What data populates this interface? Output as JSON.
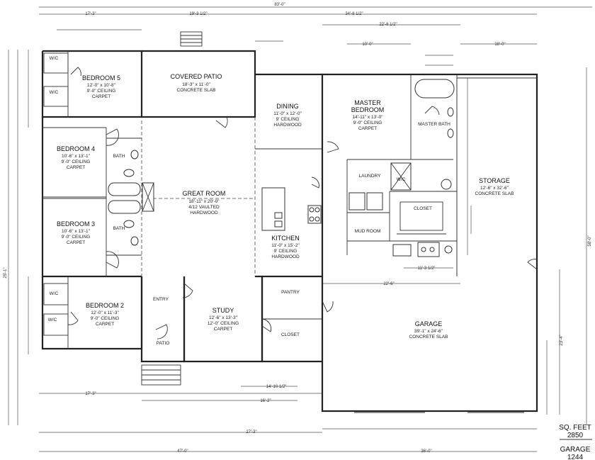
{
  "overall": {
    "width_total": "83'-0\""
  },
  "dimensions": {
    "top_left": "17'-3\"",
    "top_mid": "19'-3 1/2\"",
    "top_right": "34'-8 1/2\"",
    "right_sub1": "22'-8 1/2\"",
    "right_sub2": "10'-0\"",
    "right_sub3": "18'-0\"",
    "bottom_overall": "47'-0\"",
    "bottom_right": "36'-0\"",
    "bottom_mid": "27'-3\"",
    "bottom_left": "17'-3\"",
    "bottom_mid2": "16'-2\"",
    "bottom_mid3": "14'-10 1/2\"",
    "left_side": "25'-1\"",
    "right_side": "58'-0\"",
    "garage_side": "23'-4\"",
    "garage_depth": "22'-6\"",
    "storage_width": "11'-3 1/2\""
  },
  "rooms": {
    "bedroom5": {
      "name": "BEDROOM 5",
      "size": "12'-0\" x 10'-8\"",
      "ceiling": "9'-0\" CEILING",
      "floor": "CARPET"
    },
    "covered_patio": {
      "name": "COVERED PATIO",
      "size": "18'-3\" x 11'-0\"",
      "floor": "CONCRETE SLAB"
    },
    "dining": {
      "name": "DINING",
      "size": "11'-0\" x 12'-0\"",
      "ceiling": "9' CEILING",
      "floor": "HARDWOOD"
    },
    "master": {
      "name": "MASTER",
      "name2": "BEDROOM",
      "size": "14'-11\" x 13'-0\"",
      "ceiling": "9'-0\" CEILING",
      "floor": "CARPET"
    },
    "master_bath": {
      "name": "MASTER BATH"
    },
    "bedroom4": {
      "name": "BEDROOM 4",
      "size": "10'-6\" x 13'-1\"",
      "ceiling": "9'-0\" CEILING",
      "floor": "CARPET"
    },
    "great_room": {
      "name": "GREAT ROOM",
      "size": "18'-11\" x 20'-0\"",
      "ceiling": "4/12 VAULTED",
      "floor": "HARDWOOD"
    },
    "laundry": {
      "name": "LAUNDRY"
    },
    "wic": {
      "name": "W/C"
    },
    "storage": {
      "name": "STORAGE",
      "size": "12'-6\" x 32'-6\"",
      "floor": "CONCRETE SLAB"
    },
    "closet_master": {
      "name": "CLOSET"
    },
    "bedroom3": {
      "name": "BEDROOM 3",
      "size": "10'-6\" x 13'-1\"",
      "ceiling": "9'-0\" CEILING",
      "floor": "CARPET"
    },
    "kitchen": {
      "name": "KITCHEN",
      "size": "11'-0\" x 15'-2\"",
      "ceiling": "9' CEILING",
      "floor": "HARDWOOD"
    },
    "mud_room": {
      "name": "MUD ROOM"
    },
    "bath": {
      "name": "BATH"
    },
    "bedroom2": {
      "name": "BEDROOM 2",
      "size": "12'-0\" x 11'-3\"",
      "ceiling": "9'-0\" CEILING",
      "floor": "CARPET"
    },
    "entry": {
      "name": "ENTRY"
    },
    "study": {
      "name": "STUDY",
      "size": "12'-6\" x 13'-3\"",
      "ceiling": "12'-0\" CEILING",
      "floor": "CARPET"
    },
    "pantry": {
      "name": "PANTRY"
    },
    "closet_study": {
      "name": "CLOSET"
    },
    "garage": {
      "name": "GARAGE",
      "size": "39'-1\" x 24'-6\"",
      "floor": "CONCRETE SLAB"
    },
    "patio": {
      "name": "PATIO"
    }
  },
  "summary": {
    "sqft_label": "SQ. FEET",
    "sqft_value": "2850",
    "garage_label": "GARAGE",
    "garage_value": "1244"
  }
}
